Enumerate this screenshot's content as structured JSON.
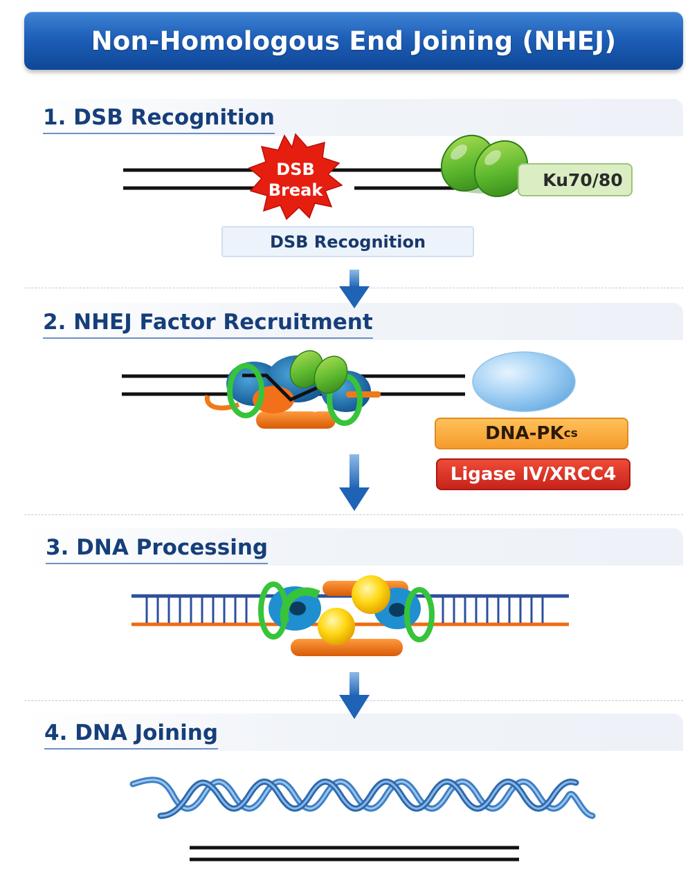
{
  "header": {
    "title": "Non-Homologous End Joining (NHEJ)"
  },
  "steps": [
    {
      "heading": "1. DSB Recognition"
    },
    {
      "heading": "2. NHEJ Factor Recruitment"
    },
    {
      "heading": "3. DNA Processing"
    },
    {
      "heading": "4. DNA Joining"
    }
  ],
  "step1": {
    "break_line1": "DSB",
    "break_line2": "Break",
    "ku_label": "Ku70/80",
    "caption": "DSB Recognition"
  },
  "step2": {
    "pk_label": "DNA-PK",
    "pk_subscript": "cs",
    "ligase_label": "Ligase IV/XRCC4"
  },
  "colors": {
    "title_blue": "#1e5fb8",
    "heading_navy": "#163f7a",
    "arrow_blue": "#2a73c6",
    "ku_green": "#5cb82e",
    "pk_orange": "#f59b2c",
    "ligase_red": "#d42b1e",
    "break_red": "#e61e10",
    "dna_blue": "#3f7fc4"
  }
}
